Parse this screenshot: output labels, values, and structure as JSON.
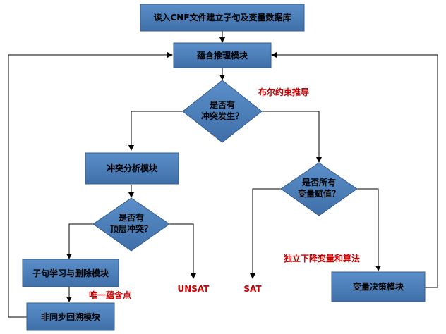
{
  "diagram": {
    "nodes": {
      "read_cnf": "读入CNF文件建立子句及变量数据库",
      "imply": "蕴含推理模块",
      "conflict_q": [
        "是否有",
        "冲突发生？"
      ],
      "conflict_analysis": "冲突分析模块",
      "top_conflict_q": [
        "是否有",
        "顶层冲突？"
      ],
      "learn_delete": "子句学习与删除模块",
      "backjump": "非同步回溯模块",
      "all_assigned_q": [
        "是否所有",
        "变量赋值？"
      ],
      "decision": "变量决策模块"
    },
    "labels": {
      "bool_constraint": "布尔约束推导",
      "uip": "唯一蕴含点",
      "unsat": "UNSAT",
      "sat": "SAT",
      "heuristic": "独立下降变量和算法"
    },
    "colors": {
      "box_fill": "#4f81bd",
      "box_border": "#385d8a",
      "arrow": "#000000",
      "annotation": "#cc0000"
    }
  }
}
